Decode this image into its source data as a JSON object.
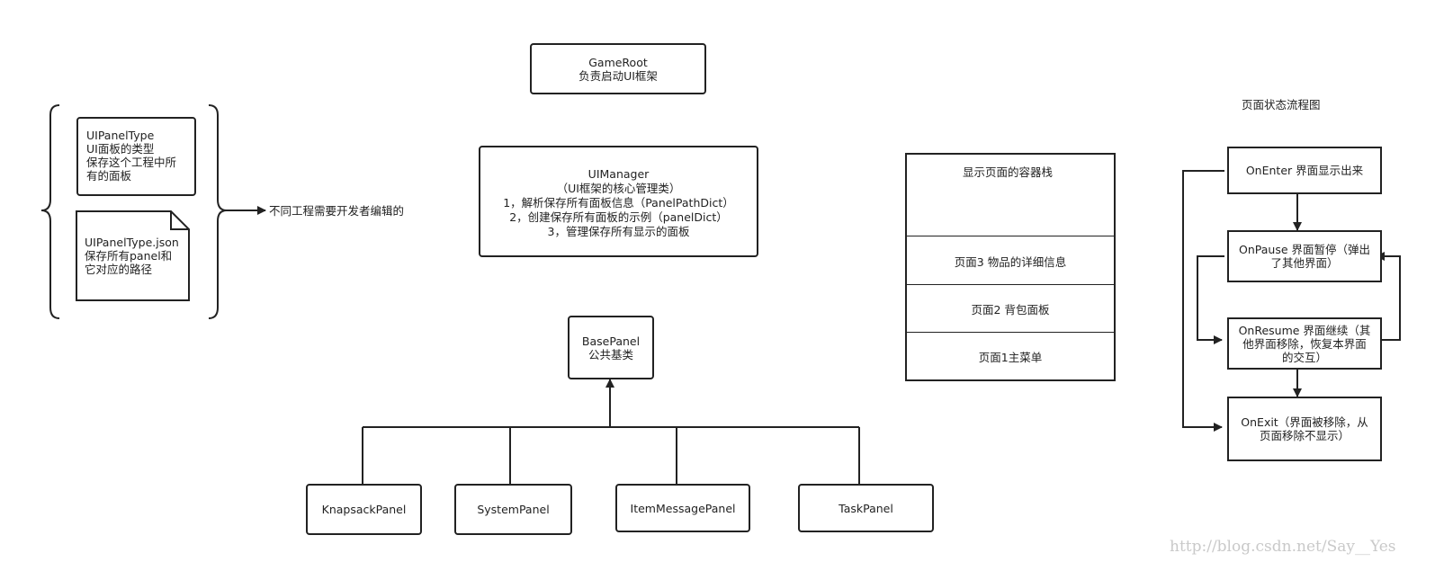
{
  "gameroot": {
    "title": "GameRoot",
    "desc": "负责启动UI框架"
  },
  "uimanager": {
    "lines": [
      "UIManager",
      "（UI框架的核心管理类）",
      "1，解析保存所有面板信息（PanelPathDict）",
      "2，创建保存所有面板的示例（panelDict）",
      "3，管理保存所有显示的面板"
    ]
  },
  "uipaneltype": {
    "lines": [
      "UIPanelType",
      "UI面板的类型",
      "保存这个工程中所",
      "有的面板"
    ]
  },
  "uipaneltype_json": {
    "lines": [
      "UIPanelType.json",
      "保存所有panel和",
      "它对应的路径"
    ]
  },
  "brace_note": "不同工程需要开发者编辑的",
  "basepanel": {
    "title": "BasePanel",
    "desc": "公共基类"
  },
  "subpanels": [
    "KnapsackPanel",
    "SystemPanel",
    "ItemMessagePanel",
    "TaskPanel"
  ],
  "stack": {
    "header": "显示页面的容器栈",
    "cells": [
      "页面3 物品的详细信息",
      "页面2 背包面板",
      "页面1主菜单"
    ]
  },
  "flow": {
    "title": "页面状态流程图",
    "onenter": [
      "OnEnter 界面显示出来"
    ],
    "onpause": [
      "OnPause 界面暂停（弹出",
      "了其他界面）"
    ],
    "onresume": [
      "OnResume 界面继续（其",
      "他界面移除，恢复本界面",
      "的交互）"
    ],
    "onexit": [
      "OnExit（界面被移除，从",
      "页面移除不显示）"
    ]
  },
  "watermark": "http://blog.csdn.net/Say__Yes"
}
